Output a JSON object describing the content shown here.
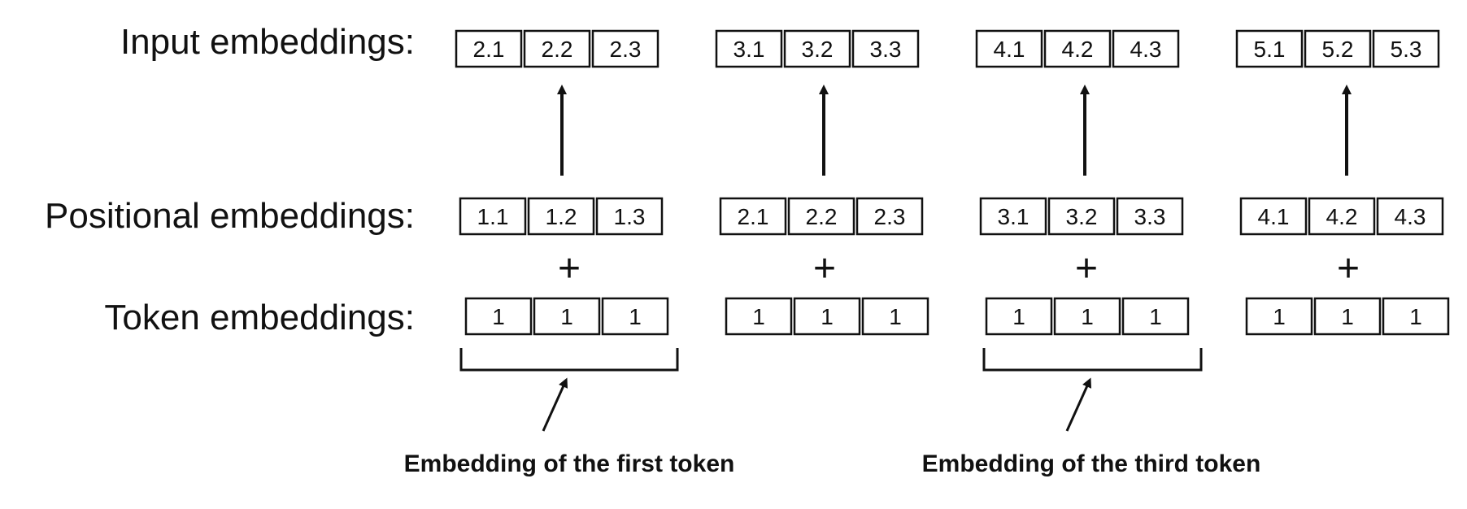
{
  "rows": {
    "input": {
      "label": "Input embeddings:",
      "groups": [
        [
          "2.1",
          "2.2",
          "2.3"
        ],
        [
          "3.1",
          "3.2",
          "3.3"
        ],
        [
          "4.1",
          "4.2",
          "4.3"
        ],
        [
          "5.1",
          "5.2",
          "5.3"
        ]
      ]
    },
    "positional": {
      "label": "Positional embeddings:",
      "groups": [
        [
          "1.1",
          "1.2",
          "1.3"
        ],
        [
          "2.1",
          "2.2",
          "2.3"
        ],
        [
          "3.1",
          "3.2",
          "3.3"
        ],
        [
          "4.1",
          "4.2",
          "4.3"
        ]
      ]
    },
    "token": {
      "label": "Token embeddings:",
      "groups": [
        [
          "1",
          "1",
          "1"
        ],
        [
          "1",
          "1",
          "1"
        ],
        [
          "1",
          "1",
          "1"
        ],
        [
          "1",
          "1",
          "1"
        ]
      ]
    }
  },
  "plus_symbol": "+",
  "annotations": [
    {
      "text": "Embedding of the first token",
      "group": 0
    },
    {
      "text": "Embedding of the third token",
      "group": 2
    }
  ],
  "colors": {
    "ink": "#111111",
    "background": "#ffffff"
  }
}
